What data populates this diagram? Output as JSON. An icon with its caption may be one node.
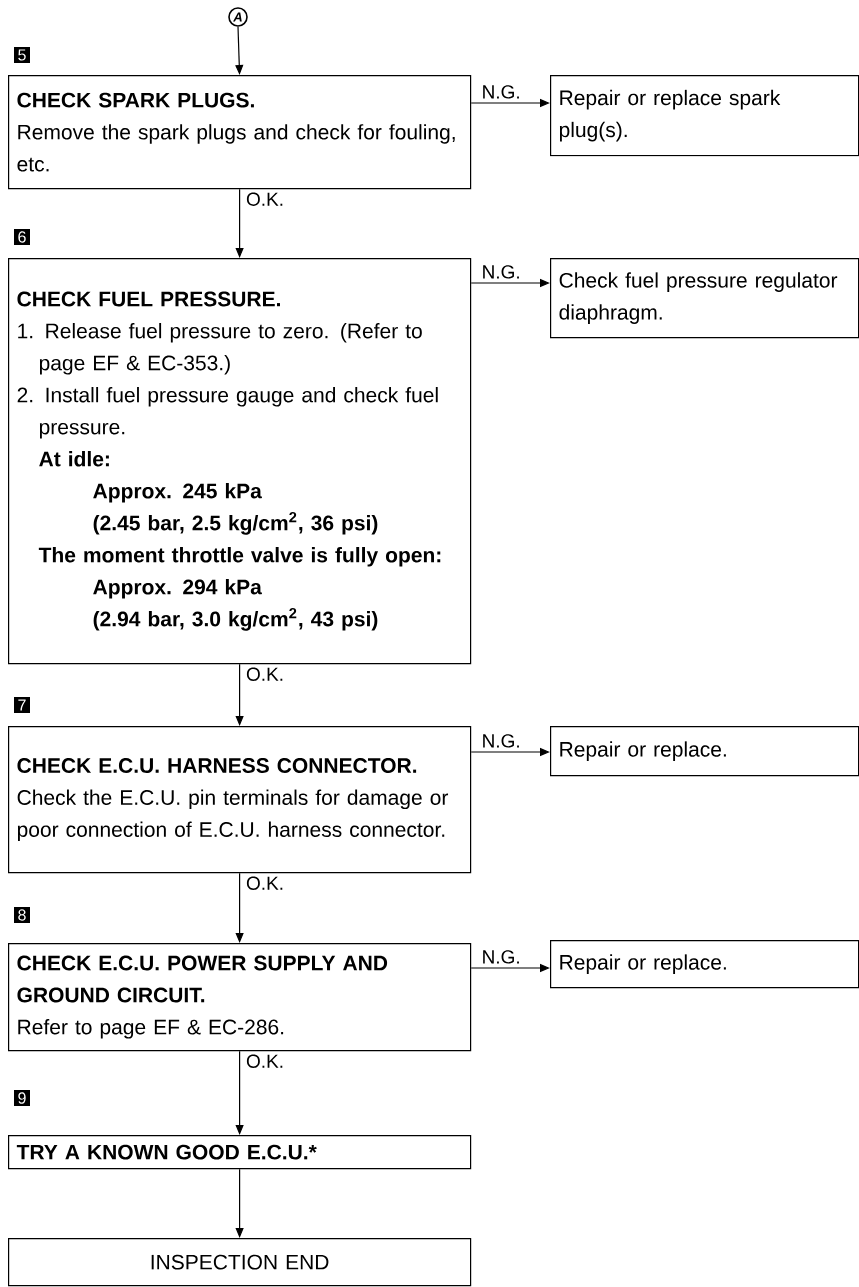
{
  "diagram": {
    "nodes": [
      {
        "text": [
          "A"
        ]
      },
      {
        "text": [
          "CHECK SPARK PLUGS.",
          "Remove the spark plugs and check for fouling, etc."
        ],
        "beside": [
          "5"
        ]
      },
      {
        "text": [
          "Repair or replace spark plug(s)."
        ]
      },
      {
        "text": [
          "CHECK FUEL PRESSURE.",
          "1. Release fuel pressure to zero. (Refer to page EF & EC-353.)",
          "2. Install fuel pressure gauge and check fuel pressure.",
          "At idle:",
          "Approx. 245 kPa",
          "(2.45 bar, 2.5 kg/cm$^{2}$, 36 psi)",
          "The moment throttle valve is fully open:",
          "Approx. 294 kPa",
          "(2.94 bar, 3.0 kg/cm$^{2}$, 43 psi)"
        ],
        "beside": [
          "6"
        ]
      },
      {
        "text": [
          "Check fuel pressure regulator diaphragm."
        ]
      },
      {
        "text": [
          "CHECK E.C.U. HARNESS CONNECTOR.",
          "Check the E.C.U. pin terminals for damage or poor connection of E.C.U. harness connector."
        ],
        "beside": [
          "7"
        ]
      },
      {
        "text": [
          "Repair or replace."
        ]
      },
      {
        "text": [
          "CHECK E.C.U. POWER SUPPLY AND GROUND CIRCUIT.",
          "Refer to page EF & EC-286."
        ],
        "beside": [
          "8"
        ]
      },
      {
        "text": [
          "Repair or replace."
        ]
      },
      {
        "text": [
          "TRY A KNOWN GOOD E.C.U.*"
        ],
        "beside": [
          "9"
        ]
      },
      {
        "text": [
          "INSPECTION END"
        ]
      }
    ],
    "edges": [
      {
        "from": 0,
        "to": 1,
        "arrow": "to"
      },
      {
        "from": 1,
        "to": 2,
        "arrow": "to",
        "label": "N.G."
      },
      {
        "from": 1,
        "to": 3,
        "arrow": "to",
        "label": "O.K."
      },
      {
        "from": 3,
        "to": 4,
        "arrow": "to",
        "label": "N.G."
      },
      {
        "from": 3,
        "to": 5,
        "arrow": "to",
        "label": "O.K."
      },
      {
        "from": 5,
        "to": 6,
        "arrow": "to",
        "label": "N.G."
      },
      {
        "from": 5,
        "to": 7,
        "arrow": "to",
        "label": "O.K."
      },
      {
        "from": 7,
        "to": 8,
        "arrow": "to",
        "label": "N.G."
      },
      {
        "from": 7,
        "to": 9,
        "arrow": "to",
        "label": "O.K."
      },
      {
        "from": 9,
        "to": 10,
        "arrow": "to"
      }
    ]
  }
}
